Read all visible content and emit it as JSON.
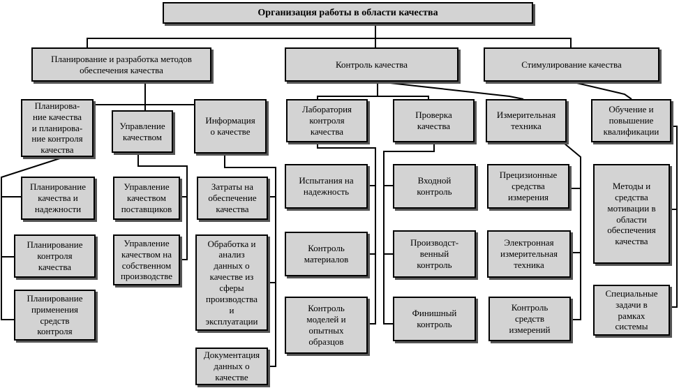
{
  "title": "Организация работы в области качества",
  "branches": {
    "planning": "Планирование и разработка методов\nобеспечения качества",
    "control": "Контроль качества",
    "stimulation": "Стимулирование качества"
  },
  "planning": {
    "planning_qc": "Планирова-\nние качества\nи планирова-\nние контроля\nкачества",
    "quality_mgmt": "Управление\nкачеством",
    "quality_info": "Информация\nо качестве",
    "planning_reliability": "Планирование\nкачества и\nнадежности",
    "planning_control": "Планирование\nконтроля\nкачества",
    "planning_tools": "Планирование\nприменения\nсредств\nконтроля",
    "supplier_mgmt": "Управление\nкачеством\nпоставщиков",
    "own_production_mgmt": "Управление\nкачеством на\nсобственном\nпроизводстве",
    "costs": "Затраты на\nобеспечение\nкачества",
    "data_analysis": "Обработка и\nанализ\nданных о\nкачестве из\nсферы\nпроизводства\nи\nэксплуатации",
    "documentation": "Документация\nданных о\nкачестве"
  },
  "control": {
    "laboratory": "Лаборатория\nконтроля\nкачества",
    "inspection": "Проверка\nкачества",
    "measuring": "Измерительная\nтехника",
    "reliability_tests": "Испытания на\nнадежность",
    "materials": "Контроль\nматериалов",
    "models": "Контроль\nмоделей и\nопытных\nобразцов",
    "incoming": "Входной\nконтроль",
    "production": "Производст-\nвенный\nконтроль",
    "final": "Финишный\nконтроль",
    "precision": "Прецизионные\nсредства\nизмерения",
    "electronic": "Электронная\nизмерительная\nтехника",
    "instruments_control": "Контроль\nсредств\nизмерений"
  },
  "stimulation": {
    "training": "Обучение и\nповышение\nквалификации",
    "motivation": "Методы и\nсредства\nмотивации в\nобласти\nобеспечения\nкачества",
    "special_tasks": "Специальные\nзадачи в\nрамках\nсистемы"
  }
}
